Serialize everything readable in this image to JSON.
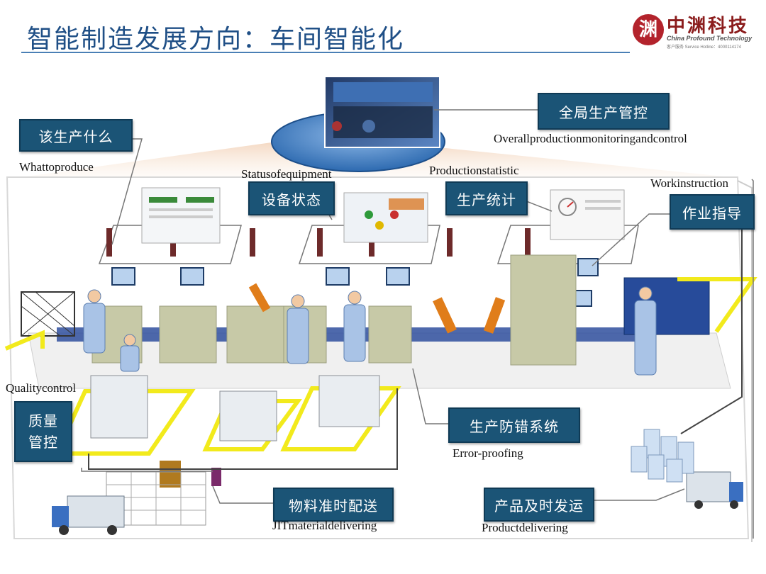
{
  "slide": {
    "title": "智能制造发展方向：车间智能化",
    "title_color": "#1f4f86",
    "tag_color": "#1b5476",
    "highlight_color": "#f2ea1c"
  },
  "logo": {
    "mark": "渊",
    "name_cn": "中渊科技",
    "name_en": "China Profound Technology",
    "hotline": "客户服务 Service Hotline：4000114174"
  },
  "callouts": {
    "overall": {
      "cn": "全局生产管控",
      "en": "Overallproductionmonitoringandcontrol"
    },
    "what": {
      "cn": "该生产什么",
      "en": "Whattoproduce"
    },
    "equipment": {
      "cn": "设备状态",
      "en": "Statusofequipment"
    },
    "statistic": {
      "cn": "生产统计",
      "en": "Productionstatistic"
    },
    "instruction": {
      "cn": "作业指导",
      "en": "Workinstruction"
    },
    "quality": {
      "cn_line1": "质量",
      "cn_line2": "管控",
      "en": "Qualitycontrol"
    },
    "errorproof": {
      "cn": "生产防错系统",
      "en": "Error-proofing"
    },
    "jit": {
      "cn": "物料准时配送",
      "en": "JITmaterialdelivering"
    },
    "delivery": {
      "cn": "产品及时发运",
      "en": "Productdelivering"
    }
  }
}
